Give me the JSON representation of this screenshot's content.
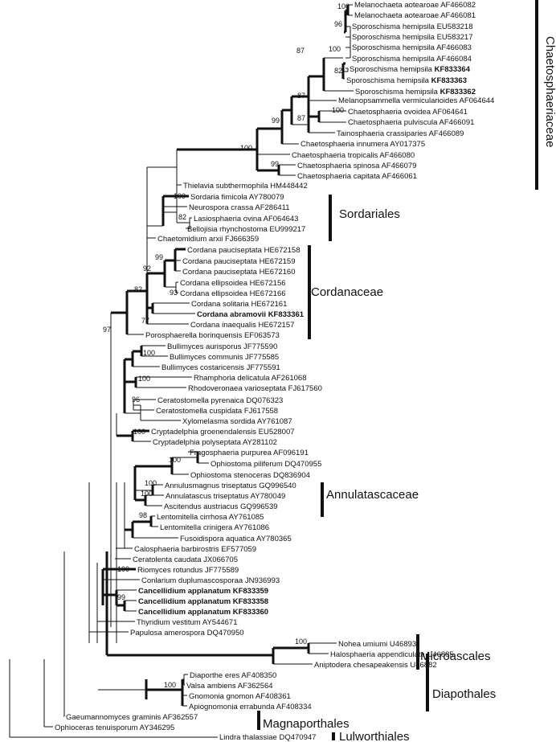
{
  "taxa": {
    "t1": "Melanochaeta aotearoae AF466082",
    "t2": "Melanochaeta aotearoae AF466081",
    "t3": "Sporoschisma hemipsila EU583218",
    "t4": "Sporoschisma hemipsila EU583217",
    "t5": "Sporoschisma hemipsila AF466083",
    "t6": "Sporoschisma hemipsila AF466084",
    "t7": "Sporoschisma hemipsila",
    "t7b": "KF833364",
    "t8": "Sporoschisma hemipsila",
    "t8b": "KF833363",
    "t9": "Sporoschisma hemipsila",
    "t9b": "KF833362",
    "t10": "Melanopsammella vermicularioides AF064644",
    "t11": "Chaetosphaeria ovoidea AF064641",
    "t12": "Chaetosphaeria pulviscula AF466091",
    "t13": "Tainosphaeria crassiparies AF466089",
    "t14": "Chaetosphaeria innumera AY017375",
    "t15": "Chaetosphaeria tropicalis AF466080",
    "t16": "Chaetosphaeria spinosa AF466079",
    "t17": "Chaetosphaeria capitata AF466061",
    "t18": "Thielavia subthermophila HM448442",
    "t19": "Sordaria fimicola AY780079",
    "t20": "Neurospora crassa AF286411",
    "t21": "Lasiosphaeria ovina AF064643",
    "t22": "Bellojisia rhynchostoma EU999217",
    "t23": "Chaetomidium arxii FJ666359",
    "t24": "Cordana pauciseptata HE672158",
    "t25": "Cordana pauciseptata HE672159",
    "t26": "Cordana pauciseptata HE672160",
    "t27": "Cordana ellipsoidea HE672156",
    "t28": "Cordana ellipsoidea HE672166",
    "t29": "Cordana solitaria HE672161",
    "t30": "Cordana abramovii KF833361",
    "t31": "Cordana inaequalis HE672157",
    "t32": "Porosphaerella borinquensis EF063573",
    "t33": "Bullimyces aurisporus JF775590",
    "t34": "Bullimyces communis JF775585",
    "t35": "Bullimyces costaricensis JF775591",
    "t36": "Rhamphoria delicatula AF261068",
    "t37": "Rhodoveronaea varioseptata FJ617560",
    "t38": "Ceratostomella pyrenaica DQ076323",
    "t39": "Ceratostomella cuspidata FJ617558",
    "t40": "Xylomelasma sordida AY761087",
    "t41": "Cryptadelphia groenendalensis EU528007",
    "t42": "Cryptadelphia polyseptata AY281102",
    "t43": "Fragosphaeria purpurea AF096191",
    "t44": "Ophiostoma piliferum DQ470955",
    "t45": "Ophiostoma stenoceras DQ836904",
    "t46": "Annulusmagnus triseptatus GQ996540",
    "t47": "Annulatascus triseptatus AY780049",
    "t48": "Ascitendus austriacus GQ996539",
    "t49": "Lentomitella cirrhosa AY761085",
    "t50": "Lentomitella crinigera AY761086",
    "t51": "Fusoidispora aquatica AY780365",
    "t52": "Calosphaeria barbirostris EF577059",
    "t53": "Ceratolenta caudata JX066705",
    "t54": "Riomyces rotundus JF775589",
    "t55": "Conlarium duplumascosporaa JN936993",
    "t56": "Cancellidium applanatum KF833359",
    "t57": "Cancellidium applanatum KF833358",
    "t58": "Cancellidium applanatum KF833360",
    "t59": "Thyridium vestitum AY544671",
    "t60": "Papulosa amerospora DQ470950",
    "t61": "Nohea umiumi U46893",
    "t62": "Halosphaeria appendiculata U46885",
    "t63": "Aniptodera chesapeakensis U46882",
    "t64": "Diaporthe eres AF408350",
    "t65": "Valsa  ambiens AF362564",
    "t66": "Gnomonia gnomon AF408361",
    "t67": "Apiognomonia errabunda AF408334",
    "t68": "Gaeumannomyces graminis AF362557",
    "t69": "Ophioceras tenuisporum AY346295",
    "t70": "Lindra thalassiae DQ470947"
  },
  "support": {
    "s100a": "100",
    "s96": "96",
    "s100b": "100",
    "s82a": "82",
    "s87a": "87",
    "s100c": "100",
    "s87b": "87",
    "s99a": "99",
    "s100d": "100",
    "s99b": "99",
    "s100e": "100",
    "s82b": "82",
    "s99c": "99",
    "s92": "92",
    "s93": "93",
    "s82c": "82",
    "s77": "77",
    "s97": "97",
    "s100f": "100",
    "s100g": "100",
    "s96b": "96",
    "s100h": "100",
    "s100i": "100",
    "s100j": "100",
    "s100k": "100",
    "s98": "98",
    "s100l": "100",
    "s99d": "99",
    "s100m": "100",
    "s100n": "100"
  },
  "groups": {
    "chaetosphaeriaceae": "Chaetosphaeriaceae",
    "sordariales": "Sordariales",
    "cordanaceae": "Cordanaceae",
    "annulatascaceae": "Annulatascaceae",
    "microascales": "Microascales",
    "diapothales": "Diapothales",
    "magnaporthales": "Magnaporthales",
    "lulworthiales": "Lulworthiales"
  }
}
